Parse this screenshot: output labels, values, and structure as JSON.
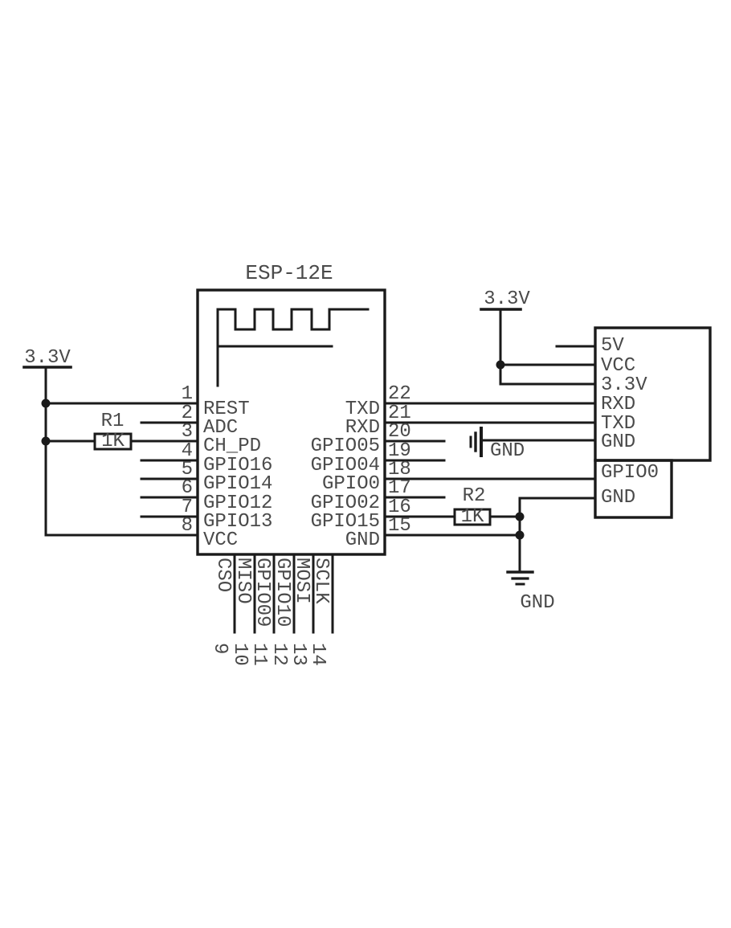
{
  "chip": {
    "title": "ESP-12E",
    "left_pins": [
      {
        "num": "1",
        "label": "REST"
      },
      {
        "num": "2",
        "label": "ADC"
      },
      {
        "num": "3",
        "label": "CH_PD"
      },
      {
        "num": "4",
        "label": "GPIO16"
      },
      {
        "num": "5",
        "label": "GPIO14"
      },
      {
        "num": "6",
        "label": "GPIO12"
      },
      {
        "num": "7",
        "label": "GPIO13"
      },
      {
        "num": "8",
        "label": "VCC"
      }
    ],
    "right_pins": [
      {
        "num": "22",
        "label": "TXD"
      },
      {
        "num": "21",
        "label": "RXD"
      },
      {
        "num": "20",
        "label": "GPIO05"
      },
      {
        "num": "19",
        "label": "GPIO04"
      },
      {
        "num": "18",
        "label": "GPIO0"
      },
      {
        "num": "17",
        "label": "GPIO02"
      },
      {
        "num": "16",
        "label": "GPIO15"
      },
      {
        "num": "15",
        "label": "GND"
      }
    ],
    "bottom_pins": [
      {
        "num": "9",
        "label": "CSO"
      },
      {
        "num": "10",
        "label": "MISO"
      },
      {
        "num": "11",
        "label": "GPIO09"
      },
      {
        "num": "12",
        "label": "GPIO10"
      },
      {
        "num": "13",
        "label": "MOSI"
      },
      {
        "num": "14",
        "label": "SCLK"
      }
    ]
  },
  "connector": {
    "upper_pins": [
      "5V",
      "VCC",
      "3.3V",
      "RXD",
      "TXD",
      "GND"
    ],
    "lower_pins": [
      "GPIO0",
      "GND"
    ]
  },
  "power": {
    "left_rail_label": "3.3V",
    "right_rail_label": "3.3V"
  },
  "resistors": [
    {
      "ref": "R1",
      "value": "1K"
    },
    {
      "ref": "R2",
      "value": "1K"
    }
  ],
  "grounds": [
    {
      "label": "GND"
    },
    {
      "label": "GND"
    }
  ],
  "colors": {
    "wire": "#1a1a1a",
    "text": "#4a4a4a",
    "background": "#ffffff"
  }
}
